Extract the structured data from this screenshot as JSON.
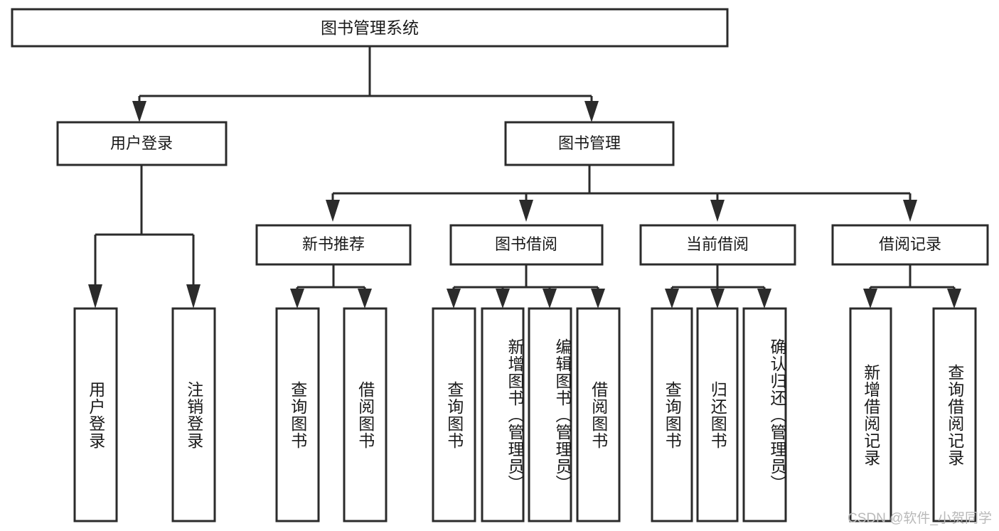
{
  "diagram": {
    "type": "tree-hierarchy",
    "title": "图书管理系统",
    "root": {
      "label": "图书管理系统"
    },
    "level2": [
      {
        "label": "用户登录"
      },
      {
        "label": "图书管理"
      }
    ],
    "level3": [
      {
        "label": "新书推荐"
      },
      {
        "label": "图书借阅"
      },
      {
        "label": "当前借阅"
      },
      {
        "label": "借阅记录"
      }
    ],
    "leaves": {
      "user_login": [
        {
          "label": "用户登录"
        },
        {
          "label": "注销登录"
        }
      ],
      "new_book_recommend": [
        {
          "label": "查询图书"
        },
        {
          "label": "借阅图书"
        }
      ],
      "book_borrow": [
        {
          "label": "查询图书"
        },
        {
          "label": "新增图书（管理员）"
        },
        {
          "label": "编辑图书（管理员）"
        },
        {
          "label": "借阅图书"
        }
      ],
      "current_borrow": [
        {
          "label": "查询图书"
        },
        {
          "label": "归还图书"
        },
        {
          "label": "确认归还（管理员）"
        }
      ],
      "borrow_record": [
        {
          "label": "新增借阅记录"
        },
        {
          "label": "查询借阅记录"
        }
      ]
    }
  },
  "watermark": {
    "text": "CSDN @软件_小贺同学"
  },
  "colors": {
    "stroke": "#2b2b2b",
    "fill": "#ffffff",
    "text": "#1a1a1a",
    "watermark": "#b9b9b9"
  }
}
